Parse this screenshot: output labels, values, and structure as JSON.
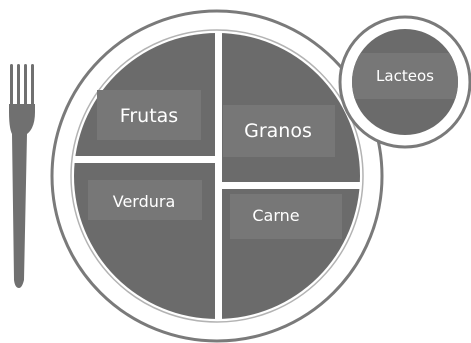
{
  "plate": {
    "sections": [
      {
        "id": "frutas",
        "label": "Frutas"
      },
      {
        "id": "granos",
        "label": "Granos"
      },
      {
        "id": "verdura",
        "label": "Verdura"
      },
      {
        "id": "carne",
        "label": "Carne"
      }
    ]
  },
  "cup": {
    "label": "Lacteos"
  },
  "colors": {
    "section_fill": "#6b6b6b",
    "label_box": "#777777",
    "rim": "#7a7a7a",
    "fork": "#707070"
  },
  "icons": {
    "fork": "fork-icon"
  }
}
